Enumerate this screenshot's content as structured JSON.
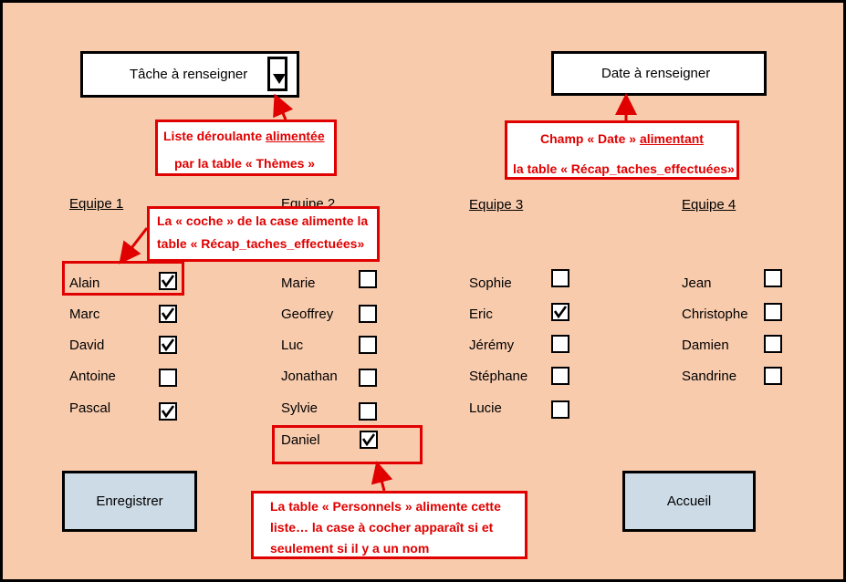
{
  "top": {
    "task_field": {
      "label": "Tâche à renseigner"
    },
    "date_field": {
      "label": "Date à renseigner"
    }
  },
  "teams": [
    {
      "name": "Equipe 1",
      "members": [
        {
          "name": "Alain",
          "checked": true
        },
        {
          "name": "Marc",
          "checked": true
        },
        {
          "name": "David",
          "checked": true
        },
        {
          "name": "Antoine",
          "checked": false
        },
        {
          "name": "Pascal",
          "checked": true
        }
      ]
    },
    {
      "name": "Equipe 2",
      "members": [
        {
          "name": "Marie",
          "checked": false
        },
        {
          "name": "Geoffrey",
          "checked": false
        },
        {
          "name": "Luc",
          "checked": false
        },
        {
          "name": "Jonathan",
          "checked": false
        },
        {
          "name": "Sylvie",
          "checked": false
        },
        {
          "name": "Daniel",
          "checked": true
        }
      ]
    },
    {
      "name": "Equipe 3",
      "members": [
        {
          "name": "Sophie",
          "checked": false
        },
        {
          "name": "Eric",
          "checked": true
        },
        {
          "name": "Jérémy",
          "checked": false
        },
        {
          "name": "Stéphane",
          "checked": false
        },
        {
          "name": "Lucie",
          "checked": false
        }
      ]
    },
    {
      "name": "Equipe 4",
      "members": [
        {
          "name": "Jean",
          "checked": false
        },
        {
          "name": "Christophe",
          "checked": false
        },
        {
          "name": "Damien",
          "checked": false
        },
        {
          "name": "Sandrine",
          "checked": false
        }
      ]
    }
  ],
  "buttons": {
    "save": "Enregistrer",
    "home": "Accueil"
  },
  "annotations": {
    "dropdown": {
      "l1a": "Liste déroulante ",
      "l1b": "alimentée",
      "l2": "par la table « Thèmes »"
    },
    "date": {
      "l1a": "Champ « Date » ",
      "l1b": "alimentant",
      "l2": "la table « Récap_taches_effectuées»"
    },
    "checkbox": {
      "l1": "La « coche » de la case alimente la",
      "l2": "table « Récap_taches_effectuées»"
    },
    "list": {
      "l1": "La table « Personnels » alimente cette",
      "l2": "liste… la case à cocher apparaît si et",
      "l3": "seulement si il y a un nom"
    }
  },
  "colors": {
    "background": "#f8cbad",
    "annotation": "#e00000",
    "button": "#cddbe6"
  }
}
